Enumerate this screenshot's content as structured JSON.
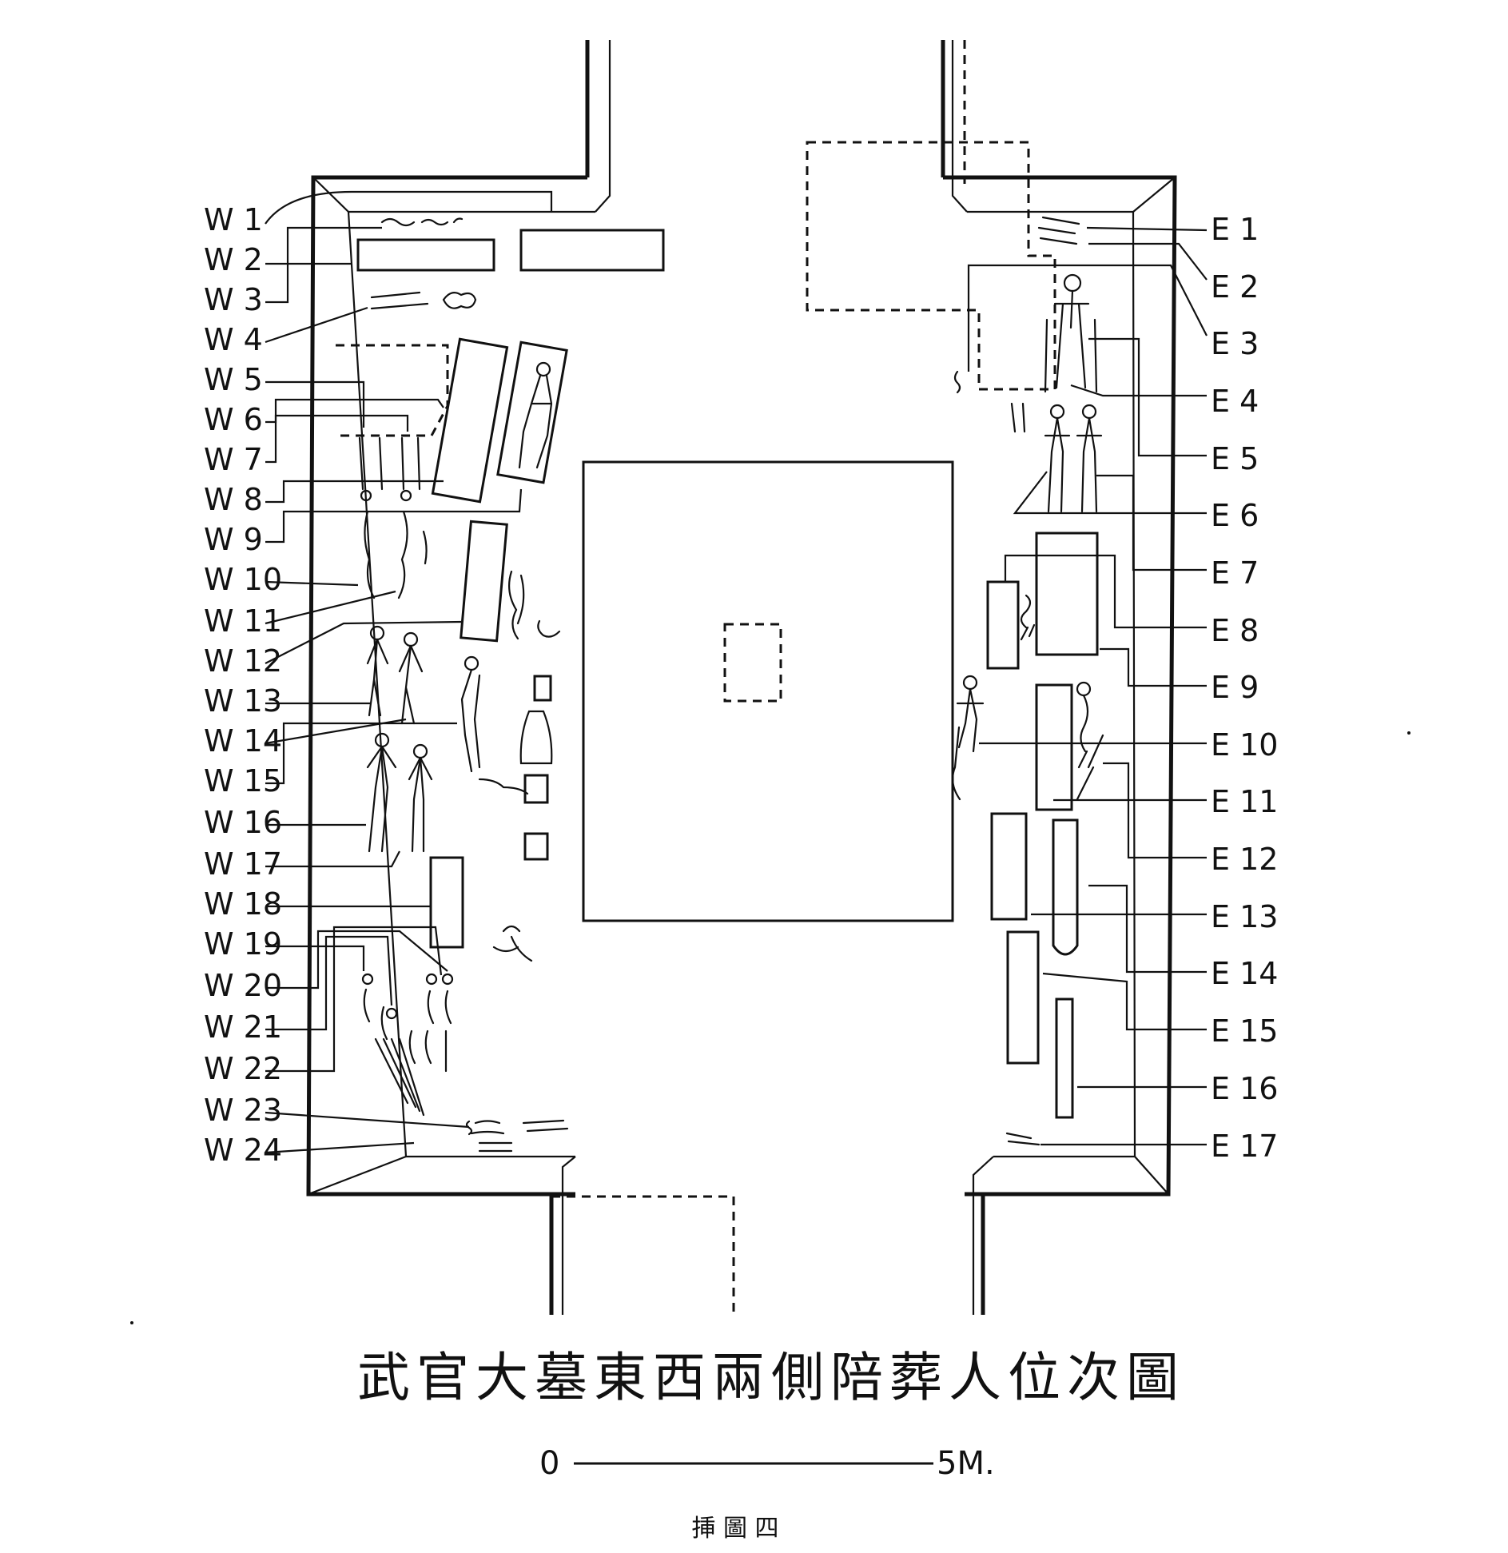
{
  "diagram": {
    "title": "武官大墓東西兩側陪葬人位次圖",
    "caption": "挿 圖 四",
    "scale": {
      "start_label": "0",
      "end_label": "5M."
    },
    "west_labels": [
      "W 1",
      "W 2",
      "W 3",
      "W 4",
      "W 5",
      "W 6",
      "W 7",
      "W 8",
      "W 9",
      "W 10",
      "W 11",
      "W 12",
      "W 13",
      "W 14",
      "W 15",
      "W 16",
      "W 17",
      "W 18",
      "W 19",
      "W 20",
      "W 21",
      "W 22",
      "W 23",
      "W 24"
    ],
    "east_labels": [
      "E 1",
      "E 2",
      "E 3",
      "E 4",
      "E 5",
      "E 6",
      "E 7",
      "E 8",
      "E 9",
      "E 10",
      "E 11",
      "E 12",
      "E 13",
      "E 14",
      "E 15",
      "E 16",
      "E 17"
    ]
  }
}
